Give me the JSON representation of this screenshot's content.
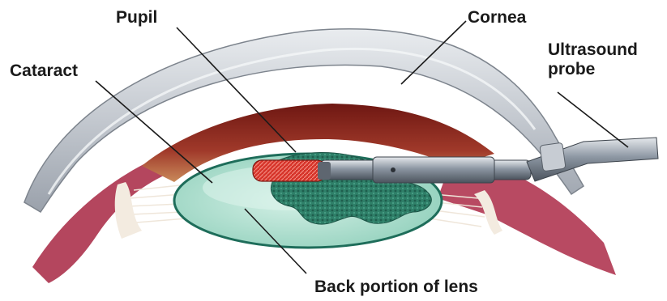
{
  "labels": {
    "pupil": "Pupil",
    "cornea": "Cornea",
    "cataract": "Cataract",
    "probe_line1": "Ultrasound",
    "probe_line2": "probe",
    "back_lens": "Back portion of lens"
  },
  "colors": {
    "cornea": "#c9cdd3",
    "iris": "#8e2a24",
    "sclera": "#b84a62",
    "lens": "#aee0cf",
    "cataract": "#2d7d68",
    "probe_tip": "#d8362c",
    "probe_shaft": "#8a94a0"
  }
}
